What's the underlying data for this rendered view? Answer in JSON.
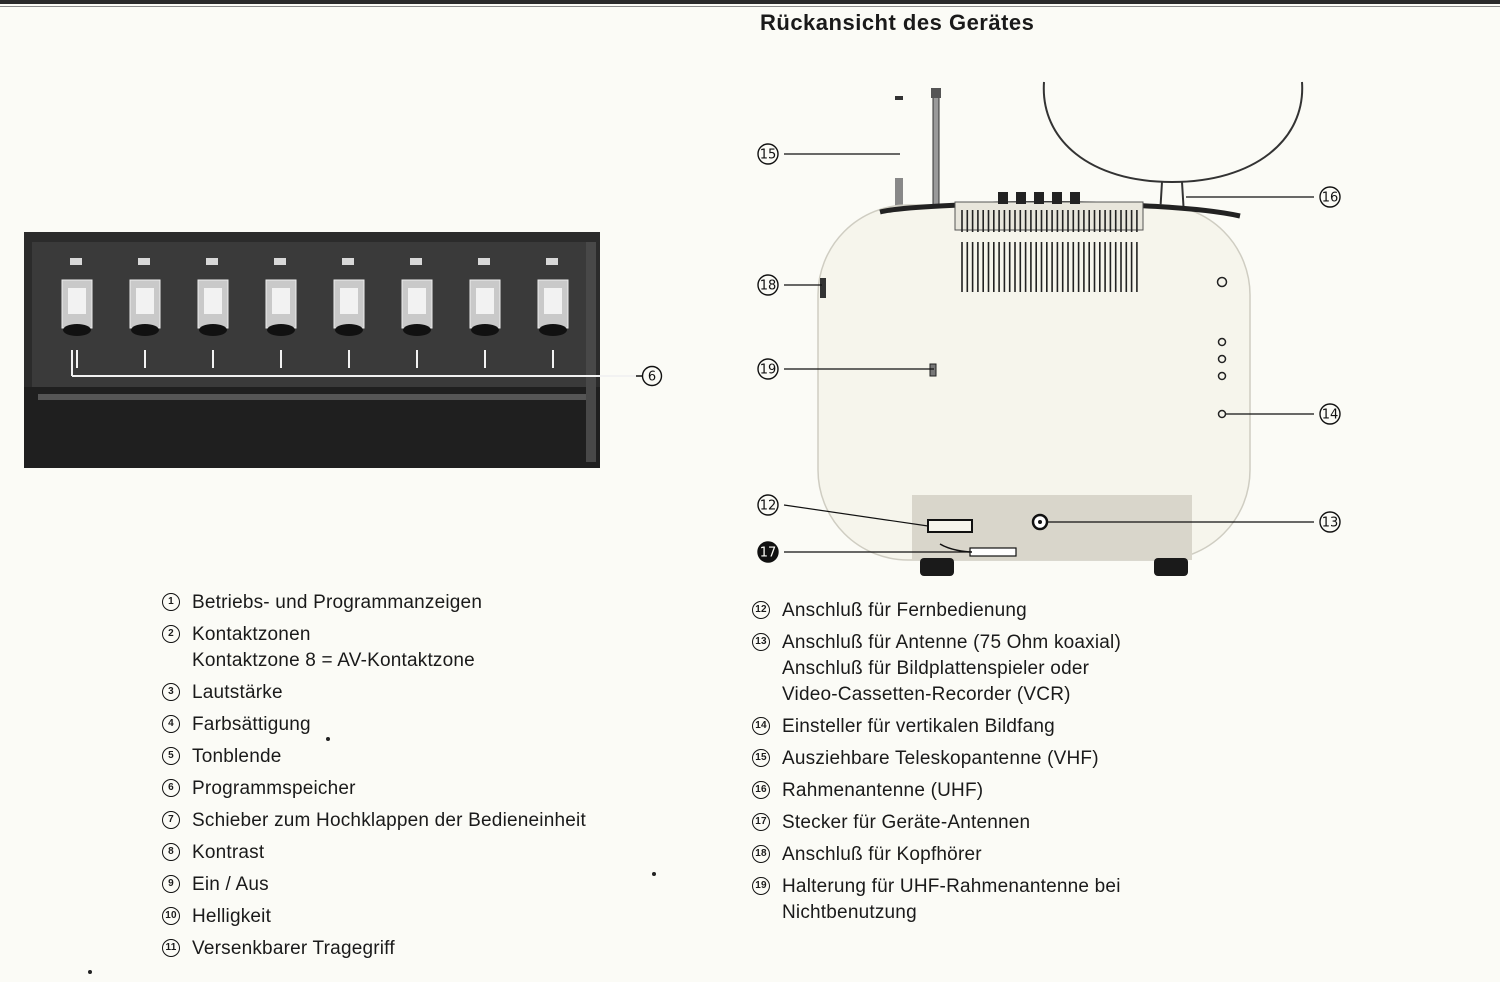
{
  "page_title": "Rückansicht des Gerätes",
  "front_panel": {
    "callouts": [
      {
        "number": "6"
      }
    ]
  },
  "rear_view": {
    "callouts": [
      {
        "number": "15"
      },
      {
        "number": "16"
      },
      {
        "number": "18"
      },
      {
        "number": "19"
      },
      {
        "number": "14"
      },
      {
        "number": "12"
      },
      {
        "number": "13"
      },
      {
        "number": "17"
      }
    ]
  },
  "legend_left": [
    {
      "number": "1",
      "lines": [
        "Betriebs- und Programmanzeigen"
      ]
    },
    {
      "number": "2",
      "lines": [
        "Kontaktzonen",
        "Kontaktzone 8 = AV-Kontaktzone"
      ]
    },
    {
      "number": "3",
      "lines": [
        "Lautstärke"
      ]
    },
    {
      "number": "4",
      "lines": [
        "Farbsättigung"
      ]
    },
    {
      "number": "5",
      "lines": [
        "Tonblende"
      ]
    },
    {
      "number": "6",
      "lines": [
        "Programmspeicher"
      ]
    },
    {
      "number": "7",
      "lines": [
        "Schieber zum Hochklappen der Bedieneinheit"
      ]
    },
    {
      "number": "8",
      "lines": [
        "Kontrast"
      ]
    },
    {
      "number": "9",
      "lines": [
        "Ein / Aus"
      ]
    },
    {
      "number": "10",
      "lines": [
        "Helligkeit"
      ]
    },
    {
      "number": "11",
      "lines": [
        "Versenkbarer Tragegriff"
      ]
    }
  ],
  "legend_right": [
    {
      "number": "12",
      "lines": [
        "Anschluß für Fernbedienung"
      ]
    },
    {
      "number": "13",
      "lines": [
        "Anschluß für Antenne (75 Ohm koaxial)",
        "Anschluß für Bildplattenspieler oder",
        "Video-Cassetten-Recorder (VCR)"
      ]
    },
    {
      "number": "14",
      "lines": [
        "Einsteller für vertikalen Bildfang"
      ]
    },
    {
      "number": "15",
      "lines": [
        "Ausziehbare Teleskopantenne (VHF)"
      ]
    },
    {
      "number": "16",
      "lines": [
        "Rahmenantenne (UHF)"
      ]
    },
    {
      "number": "17",
      "lines": [
        "Stecker für Geräte-Antennen"
      ]
    },
    {
      "number": "18",
      "lines": [
        "Anschluß für Kopfhörer"
      ]
    },
    {
      "number": "19",
      "lines": [
        "Halterung für UHF-Rahmenantenne bei",
        "Nichtbenutzung"
      ]
    }
  ]
}
